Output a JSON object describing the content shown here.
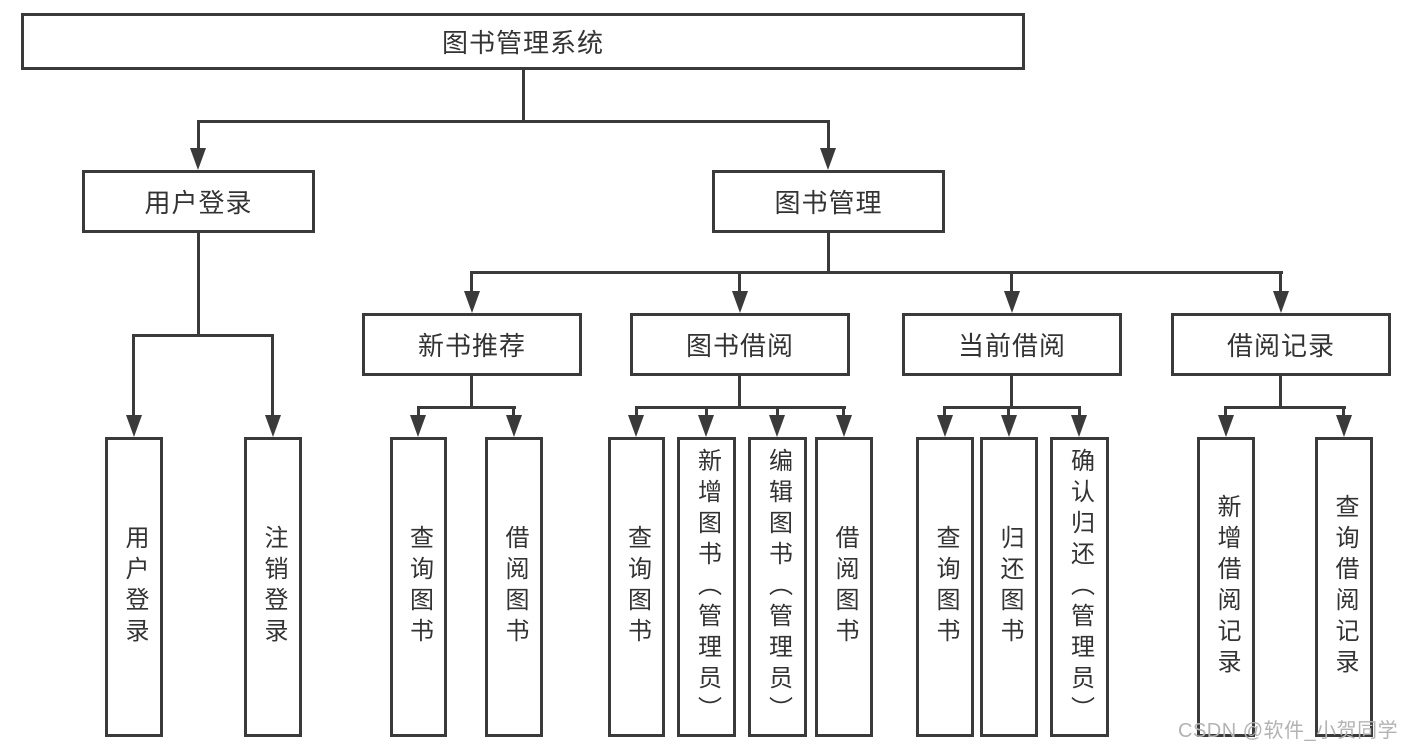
{
  "diagram": {
    "root": "图书管理系统",
    "user_login": {
      "label": "用户登录",
      "children": [
        "用户登录",
        "注销登录"
      ]
    },
    "book_mgmt": {
      "label": "图书管理",
      "new_books": {
        "label": "新书推荐",
        "children": [
          "查询图书",
          "借阅图书"
        ]
      },
      "book_borrow": {
        "label": "图书借阅",
        "children": [
          "查询图书",
          "新增图书（管理员）",
          "编辑图书（管理员）",
          "借阅图书"
        ]
      },
      "current_borrow": {
        "label": "当前借阅",
        "children": [
          "查询图书",
          "归还图书",
          "确认归还（管理员）"
        ]
      },
      "borrow_records": {
        "label": "借阅记录",
        "children": [
          "新增借阅记录",
          "查询借阅记录"
        ]
      }
    }
  },
  "watermark": "CSDN @软件_小贺同学",
  "colors": {
    "line": "#3a3a3a",
    "text": "#333333",
    "watermark": "#b3b3b3",
    "background": "#ffffff"
  }
}
